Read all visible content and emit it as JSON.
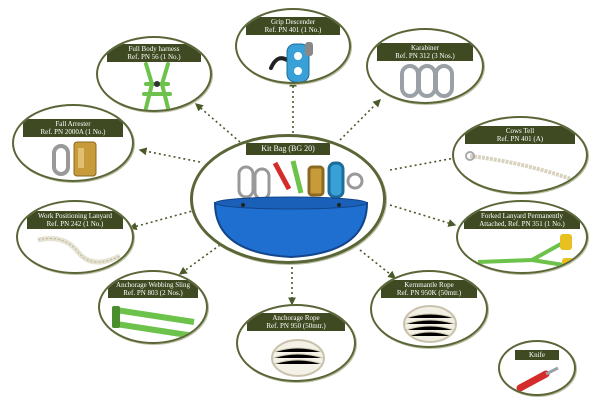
{
  "center": {
    "title": "Kit Bag (BG 20)"
  },
  "items": [
    {
      "id": "grip-descender",
      "name": "Grip Descender",
      "ref": "Ref. PN 401 (1 No.)"
    },
    {
      "id": "karabiner",
      "name": "Karabiner",
      "ref": "Ref. PN 312 (3 Nos.)"
    },
    {
      "id": "full-body-harness",
      "name": "Full Body harness",
      "ref": "Ref. PN 56 (1 No.)"
    },
    {
      "id": "fall-arrester",
      "name": "Fall Arrester",
      "ref": "Ref. PN 2000A (1 No.)"
    },
    {
      "id": "cows-tell",
      "name": "Cows Tell",
      "ref": "Ref. PN 401 (A)"
    },
    {
      "id": "work-positioning-lanyard",
      "name": "Work Positioning Lanyard",
      "ref": "Ref. PN 242 (1 No.)"
    },
    {
      "id": "forked-lanyard",
      "name": "Forked Lanyard Permanently",
      "name2": "Attached, Ref. PN 351 (1 No.)"
    },
    {
      "id": "anchorage-webbing-sling",
      "name": "Anchorage Webbing Sling",
      "ref": "Ref. PN 803 (2 Nos.)"
    },
    {
      "id": "kernmantle-rope",
      "name": "Kernmantle Rope",
      "ref": "Ref. PN 950K (50mtr.)"
    },
    {
      "id": "anchorage-rope",
      "name": "Anchorage Rope",
      "ref": "Ref. PN 950 (50mtr.)"
    },
    {
      "id": "knife",
      "name": "Knife"
    }
  ],
  "colors": {
    "frame": "#5b6638",
    "label_bg": "#3f4a22",
    "arrow": "#4a5a2a",
    "bag_blue": "#1f6fd1",
    "webbing_green": "#6cc24a",
    "descender_blue": "#3aa0d8",
    "knife_red": "#d42b2b"
  }
}
